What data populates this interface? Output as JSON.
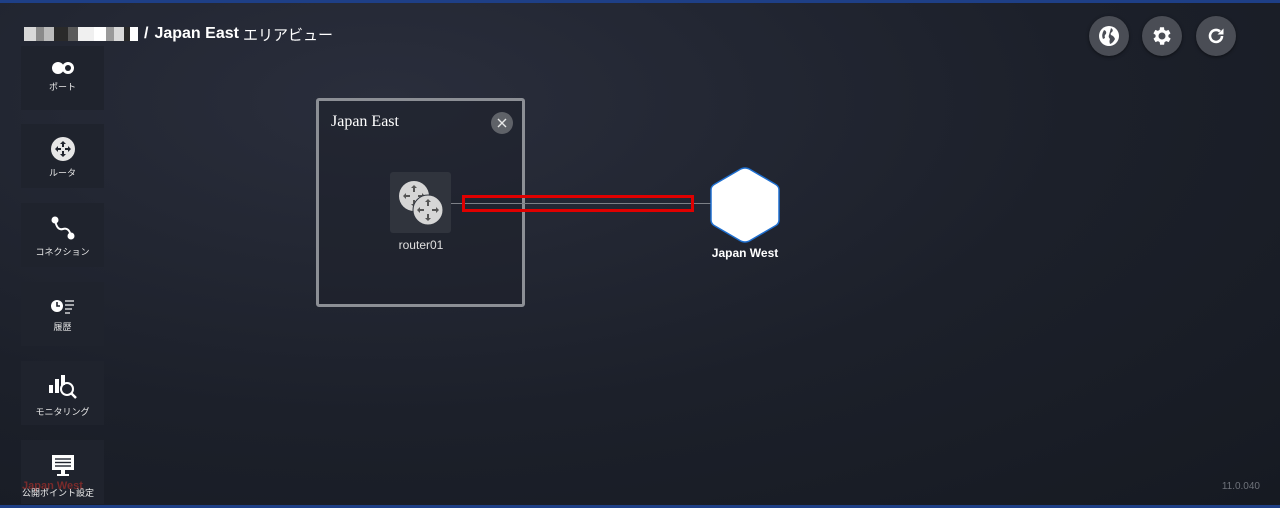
{
  "header": {
    "breadcrumb_separator": "/",
    "area_name": "Japan East",
    "view_label": "エリアビュー"
  },
  "toolbar": {
    "globe_icon": "globe-icon",
    "settings_icon": "gear-icon",
    "refresh_icon": "refresh-icon"
  },
  "sidebar": {
    "items": [
      {
        "label": "ポート",
        "icon": "port-icon"
      },
      {
        "label": "ルータ",
        "icon": "router-icon"
      },
      {
        "label": "コネクション",
        "icon": "connection-icon"
      },
      {
        "label": "履歴",
        "icon": "history-icon"
      },
      {
        "label": "モニタリング",
        "icon": "monitoring-icon"
      },
      {
        "label": "公開ポイント設定",
        "icon": "public-point-icon"
      }
    ],
    "ghost_text": "Japan West"
  },
  "canvas": {
    "area_box_title": "Japan East",
    "router_label": "router01",
    "remote_area_label": "Japan West"
  },
  "colors": {
    "highlight": "#e00000",
    "accent_blue": "#1e3f86",
    "hex_border": "#1e6fd0"
  },
  "footer": {
    "version": "11.0.040"
  }
}
